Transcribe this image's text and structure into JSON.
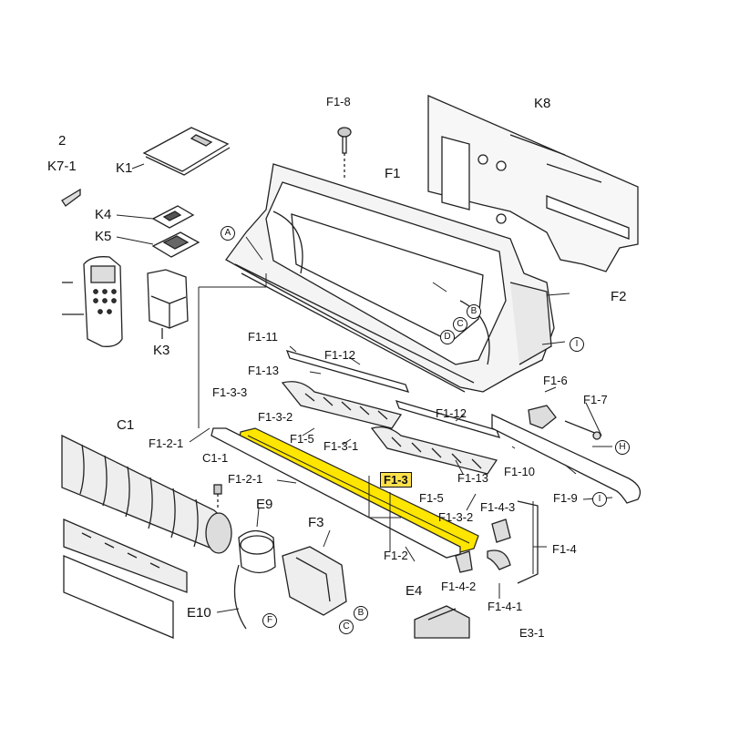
{
  "colors": {
    "line": "#222222",
    "part_fill": "#e8e8e8",
    "dark_fill": "#9a9a9a",
    "highlight": "#ffe600",
    "highlight_box": "#ffe14a"
  },
  "highlighted_part": "F1-3",
  "labels": {
    "f1_8": "F1-8",
    "k8": "K8",
    "f1": "F1",
    "k1": "K1",
    "k7_1": "K7-1",
    "k7_frag": "2",
    "k4": "K4",
    "k5": "K5",
    "k3": "K3",
    "f2": "F2",
    "f1_11": "F1-11",
    "f1_12_a": "F1-12",
    "f1_13_a": "F1-13",
    "f1_6": "F1-6",
    "f1_7": "F1-7",
    "f1_3_3": "F1-3-3",
    "f1_3_2_a": "F1-3-2",
    "f1_5_a": "F1-5",
    "f1_3_1": "F1-3-1",
    "f1_12_b": "F1-12",
    "f1_13_b": "F1-13",
    "f1_10": "F1-10",
    "f1_9": "F1-9",
    "c1": "C1",
    "f1_2_1_a": "F1-2-1",
    "f1_2_1_b": "F1-2-1",
    "c1_1": "C1-1",
    "f1_3": "F1-3",
    "f1_5_b": "F1-5",
    "f1_3_2_b": "F1-3-2",
    "f1_4_3": "F1-4-3",
    "f1_4": "F1-4",
    "e9": "E9",
    "f3": "F3",
    "f1_2": "F1-2",
    "f1_4_2": "F1-4-2",
    "f1_4_1": "F1-4-1",
    "e4": "E4",
    "e10": "E10",
    "e3_frag": "E3-1"
  },
  "markers": {
    "a": "A",
    "b_top": "B",
    "c_top": "C",
    "d": "D",
    "i_a": "I",
    "h": "H",
    "i_b": "I",
    "b_bottom": "B",
    "c_bottom": "C",
    "f": "F"
  }
}
